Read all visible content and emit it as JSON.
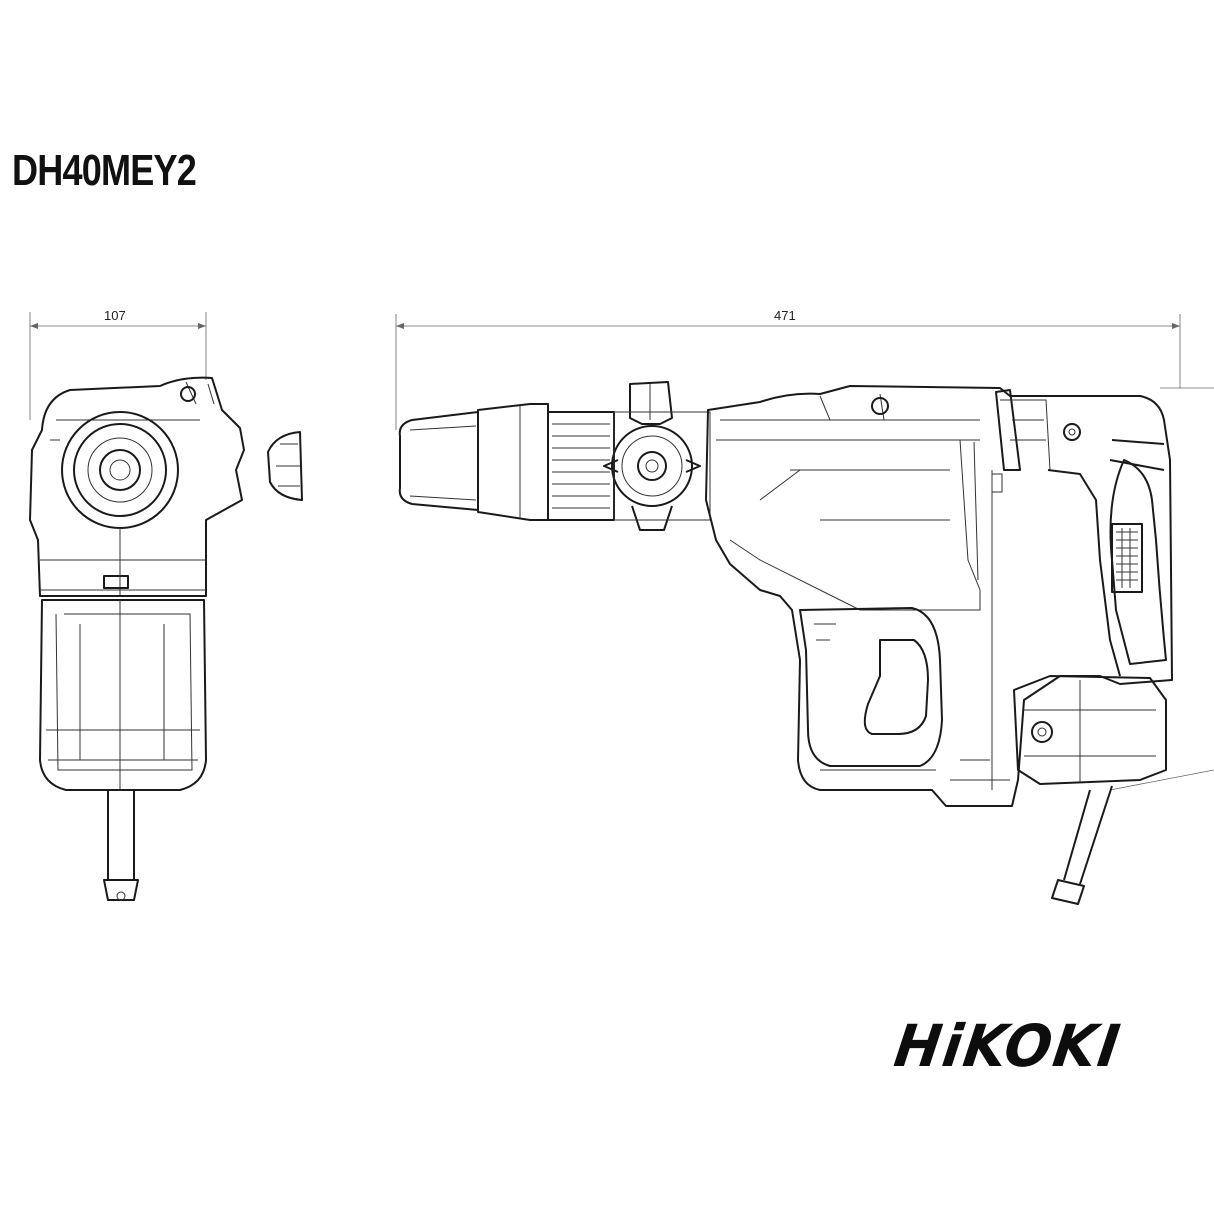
{
  "model": "DH40MEY2",
  "dimensions": {
    "width_mm": "107",
    "length_mm": "471"
  },
  "brand": "HiKOKI",
  "colors": {
    "line": "#1a1a1a",
    "background": "#ffffff"
  }
}
